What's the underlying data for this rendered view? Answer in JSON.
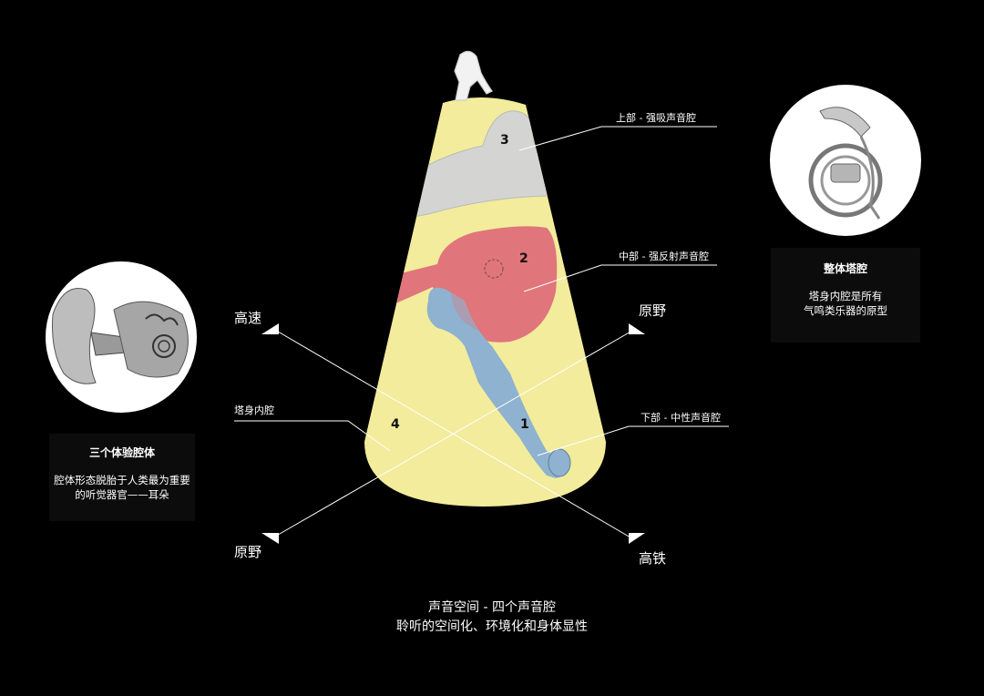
{
  "colors": {
    "background": "#000000",
    "cone": "#f2ec9c",
    "upper_cavity": "#d4d5d3",
    "middle_cavity": "#e0757b",
    "lower_cavity": "#8eb2cf",
    "text": "#ffffff"
  },
  "cavities": {
    "upper": {
      "label": "上部 - 强吸声音腔",
      "number": "3"
    },
    "middle": {
      "label": "中部 - 强反射声音腔",
      "number": "2"
    },
    "lower": {
      "label": "下部 - 中性声音腔",
      "number": "1"
    },
    "body": {
      "label": "塔身内腔",
      "number": "4"
    }
  },
  "directions": {
    "top_left": "高速",
    "top_right": "原野",
    "bottom_left": "原野",
    "bottom_right": "高铁"
  },
  "left_panel": {
    "icon": "ear-anatomy-icon",
    "title": "三个体验腔体",
    "lines": [
      "腔体形态脱胎于人类最为重要",
      "的听觉器官——耳朵"
    ]
  },
  "right_panel": {
    "icon": "french-horn-icon",
    "title": "整体塔腔",
    "lines": [
      "塔身内腔是所有",
      "气鸣类乐器的原型"
    ]
  },
  "caption": {
    "line1": "声音空间 - 四个声音腔",
    "line2": "聆听的空间化、环境化和身体显性"
  }
}
